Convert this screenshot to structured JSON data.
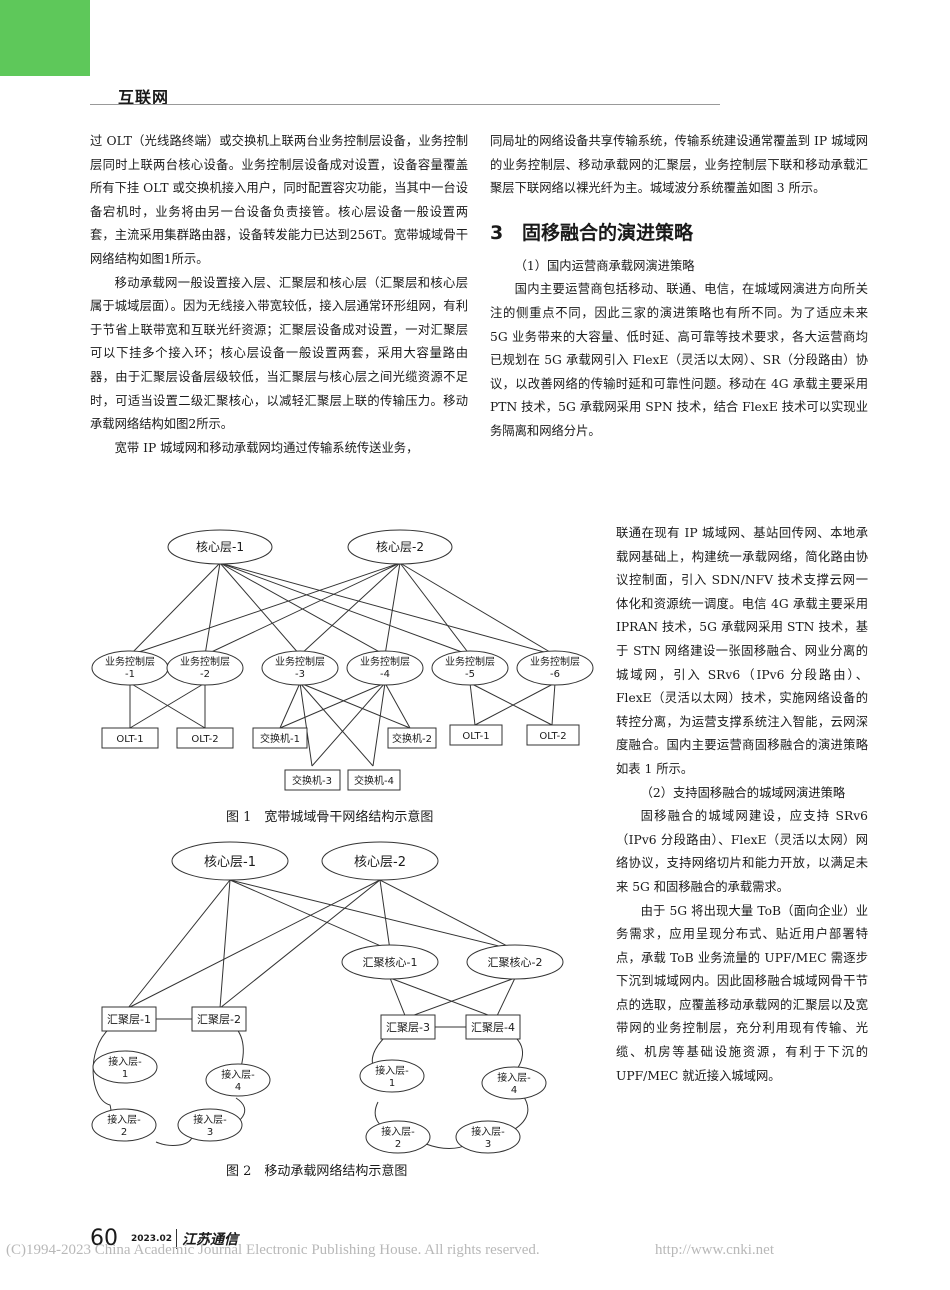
{
  "header": {
    "section": "互联网"
  },
  "left_column": {
    "p1": "过 OLT（光线路终端）或交换机上联两台业务控制层设备，业务控制层同时上联两台核心设备。业务控制层设备成对设置，设备容量覆盖所有下挂 OLT 或交换机接入用户，同时配置容灾功能，当其中一台设备宕机时，业务将由另一台设备负责接管。核心层设备一般设置两套，主流采用集群路由器，设备转发能力已达到256T。宽带城域骨干网络结构如图1所示。",
    "p2": "移动承载网一般设置接入层、汇聚层和核心层（汇聚层和核心层属于城域层面）。因为无线接入带宽较低，接入层通常环形组网，有利于节省上联带宽和互联光纤资源；汇聚层设备成对设置，一对汇聚层可以下挂多个接入环；核心层设备一般设置两套，采用大容量路由器，由于汇聚层设备层级较低，当汇聚层与核心层之间光缆资源不足时，可适当设置二级汇聚核心，以减轻汇聚层上联的传输压力。移动承载网络结构如图2所示。",
    "p3": "宽带 IP 城域网和移动承载网均通过传输系统传送业务，"
  },
  "right_column": {
    "p1": "同局址的网络设备共享传输系统，传输系统建设通常覆盖到 IP 城域网的业务控制层、移动承载网的汇聚层，业务控制层下联和移动承载汇聚层下联网络以裸光纤为主。城域波分系统覆盖如图 3 所示。",
    "h2_num": "3",
    "h2_text": "固移融合的演进策略",
    "sub1": "（1）国内运营商承载网演进策略",
    "p2": "国内主要运营商包括移动、联通、电信，在城域网演进方向所关注的侧重点不同，因此三家的演进策略也有所不同。为了适应未来 5G 业务带来的大容量、低时延、高可靠等技术要求，各大运营商均已规划在 5G 承载网引入 FlexE（灵活以太网）、SR（分段路由）协议，以改善网络的传输时延和可靠性问题。移动在 4G 承载主要采用 PTN 技术，5G 承载网采用 SPN 技术，结合 FlexE 技术可以实现业务隔离和网络分片。",
    "p3": "联通在现有 IP 城域网、基站回传网、本地承载网基础上，构建统一承载网络，简化路由协议控制面，引入 SDN/NFV 技术支撑云网一体化和资源统一调度。电信 4G 承载主要采用 IPRAN 技术，5G 承载网采用 STN 技术，基于 STN 网络建设一张固移融合、网业分离的城域网，引入 SRv6（IPv6 分段路由）、FlexE（灵活以太网）技术，实施网络设备的转控分离，为运营支撑系统注入智能，云网深度融合。国内主要运营商固移融合的演进策略如表 1 所示。",
    "sub2": "（2）支持固移融合的城域网演进策略",
    "p4": "固移融合的城域网建设，应支持 SRv6（IPv6 分段路由）、FlexE（灵活以太网）网络协议，支持网络切片和能力开放，以满足未来 5G 和固移融合的承载需求。",
    "p5": "由于 5G 将出现大量 ToB（面向企业）业务需求，应用呈现分布式、贴近用户部署特点，承载 ToB 业务流量的 UPF/MEC 需逐步下沉到城域网内。因此固移融合城域网骨干节点的选取，应覆盖移动承载网的汇聚层以及宽带网的业务控制层，充分利用现有传输、光缆、机房等基础设施资源，有利于下沉的 UPF/MEC 就近接入城域网。"
  },
  "figure1": {
    "caption": "图 1　宽带城域骨干网络结构示意图",
    "core": [
      "核心层-1",
      "核心层-2"
    ],
    "bc": [
      [
        "业务控制层",
        "-1"
      ],
      [
        "业务控制层",
        "-2"
      ],
      [
        "业务控制层",
        "-3"
      ],
      [
        "业务控制层",
        "-4"
      ],
      [
        "业务控制层",
        "-5"
      ],
      [
        "业务控制层",
        "-6"
      ]
    ],
    "olt": [
      "OLT-1",
      "OLT-2",
      "OLT-1",
      "OLT-2"
    ],
    "sw": [
      "交换机-1",
      "交换机-2",
      "交换机-3",
      "交换机-4"
    ]
  },
  "figure2": {
    "caption": "图 2　移动承载网络结构示意图",
    "core": [
      "核心层-1",
      "核心层-2"
    ],
    "agg_core": [
      "汇聚核心-1",
      "汇聚核心-2"
    ],
    "agg": [
      "汇聚层-1",
      "汇聚层-2",
      "汇聚层-3",
      "汇聚层-4"
    ],
    "access_label": "接入层-",
    "access_nums": [
      "1",
      "4",
      "2",
      "3"
    ]
  },
  "footer": {
    "page_number": "60",
    "date": "2023.02",
    "magazine": "江苏通信",
    "copyright": "(C)1994-2023 China Academic Journal Electronic Publishing House. All rights reserved.",
    "url": "http://www.cnki.net"
  }
}
